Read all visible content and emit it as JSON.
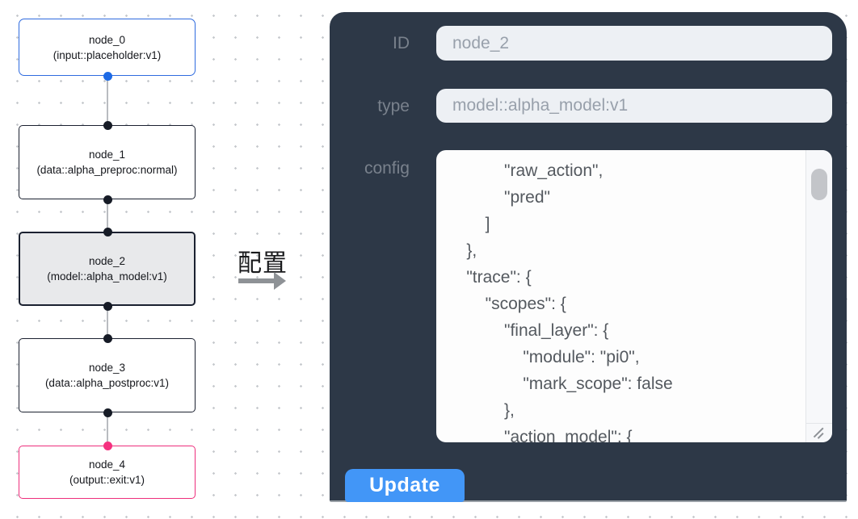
{
  "graph": {
    "nodes": [
      {
        "name": "node_0",
        "type": "(input::placeholder:v1)"
      },
      {
        "name": "node_1",
        "type": "(data::alpha_preproc:normal)"
      },
      {
        "name": "node_2",
        "type": "(model::alpha_model:v1)"
      },
      {
        "name": "node_3",
        "type": "(data::alpha_postproc:v1)"
      },
      {
        "name": "node_4",
        "type": "(output::exit:v1)"
      }
    ]
  },
  "transition": {
    "label": "配置"
  },
  "panel": {
    "id_field": {
      "label": "ID",
      "value": "node_2"
    },
    "type_field": {
      "label": "type",
      "value": "model::alpha_model:v1"
    },
    "config_field": {
      "label": "config",
      "value": "            \"raw_action\",\n            \"pred\"\n        ]\n    },\n    \"trace\": {\n        \"scopes\": {\n            \"final_layer\": {\n                \"module\": \"pi0\",\n                \"mark_scope\": false\n            },\n            \"action_model\": {"
    },
    "update_button": "Update"
  },
  "colors": {
    "input_node_border": "#2f6bdf",
    "default_node_border": "#1b2130",
    "selected_node_bg": "#e8e9eb",
    "output_node_border": "#ee2e7c",
    "input_port": "#1d6ae5",
    "default_port": "#161b26",
    "output_port": "#f5317f",
    "edge": "#b9bcc0",
    "panel_bg": "#2d3847",
    "field_bg": "#edf0f4",
    "update_button_bg": "#4296f7"
  }
}
